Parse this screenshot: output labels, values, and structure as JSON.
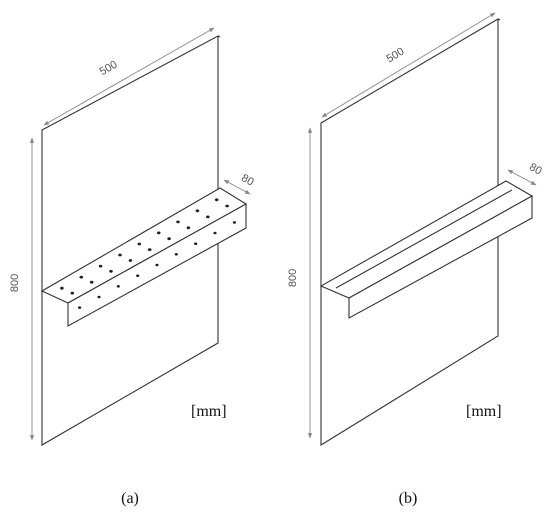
{
  "figures": [
    {
      "id": "a",
      "caption": "(a)",
      "units": "[mm]",
      "width_label": "500",
      "height_label": "800",
      "depth_label": "80",
      "perforated": true
    },
    {
      "id": "b",
      "caption": "(b)",
      "units": "[mm]",
      "width_label": "500",
      "height_label": "800",
      "depth_label": "80",
      "perforated": false
    }
  ]
}
